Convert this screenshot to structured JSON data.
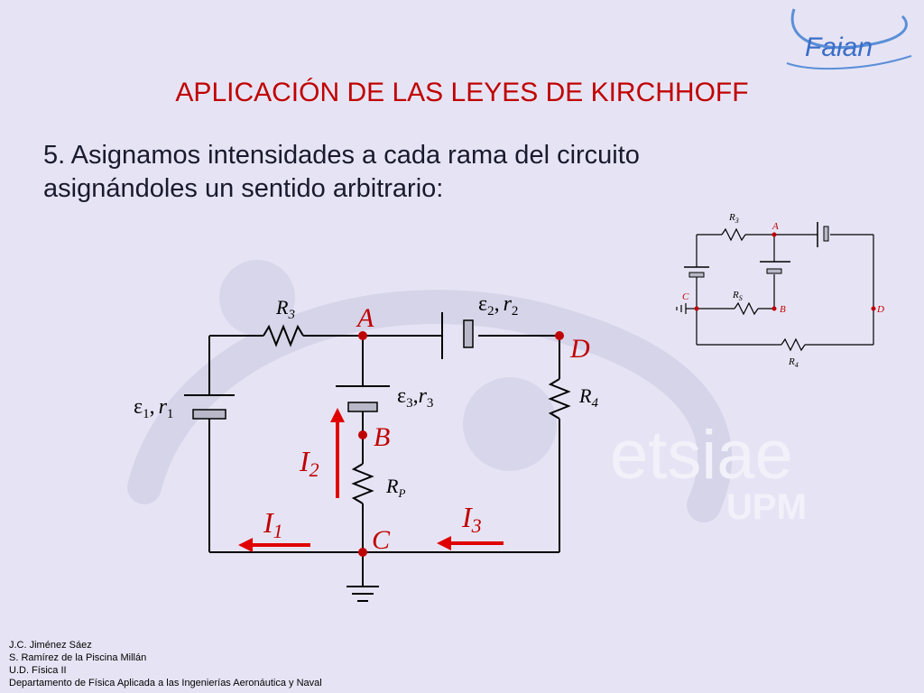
{
  "slide": {
    "title": "APLICACIÓN DE LAS LEYES DE KIRCHHOFF",
    "body_line_1": "5. Asignamos intensidades a cada rama del circuito",
    "body_line_2": "asignándoles un sentido arbitrario:"
  },
  "logos": {
    "faian": "Faian",
    "etsiae": "etsiae",
    "upm": "UPM"
  },
  "circuit": {
    "nodes": {
      "a": "A",
      "b": "B",
      "c": "C",
      "d": "D"
    },
    "resistors": {
      "r3": "R",
      "r3_sub": "3",
      "r4": "R",
      "r4_sub": "4",
      "rp": "R",
      "rp_sub": "P"
    },
    "sources": {
      "e1": "ε",
      "e1_sub": "1",
      "r1": "r",
      "r1_sub": "1",
      "e2": "ε",
      "e2_sub": "2",
      "r2": "r",
      "r2_sub": "2",
      "e3": "ε",
      "e3_sub": "3",
      "r3": "r",
      "r3_sub": "3",
      "separator": ","
    },
    "currents": {
      "i1": "I",
      "i1_sub": "1",
      "i2": "I",
      "i2_sub": "2",
      "i3": "I",
      "i3_sub": "3"
    }
  },
  "mini_circuit": {
    "nodes": {
      "a": "A",
      "b": "B",
      "c": "C",
      "d": "D"
    },
    "resistors": {
      "r3": "R",
      "r3_sub": "3",
      "rs": "R",
      "rs_sub": "S",
      "r4": "R",
      "r4_sub": "4"
    }
  },
  "footer": {
    "line_1": "J.C. Jiménez Sáez",
    "line_2": "S. Ramírez de la Piscina Millán",
    "line_3": "U.D. Física II",
    "line_4": "Departamento de Física Aplicada a las Ingenierías Aeronáutica y Naval"
  },
  "colors": {
    "background": "#e6e4f4",
    "accent_red": "#c00000",
    "wire": "#000000",
    "battery_fill": "#b8b8c8"
  }
}
